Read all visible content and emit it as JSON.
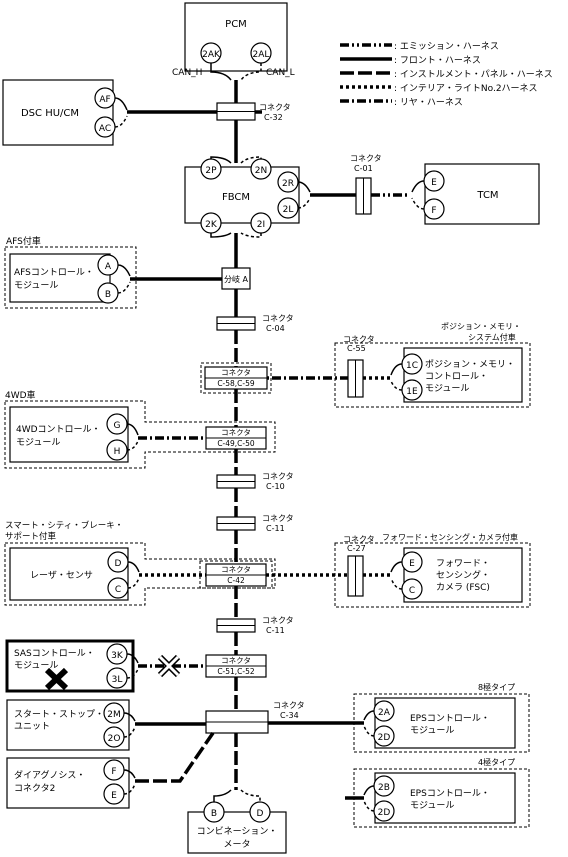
{
  "legend": {
    "emission": ": エミッション・ハーネス",
    "front": ": フロント・ハーネス",
    "instrument": ": インストルメント・パネル・ハーネス",
    "interior": ": インテリア・ライトNo.2ハーネス",
    "rear": ": リヤ・ハーネス"
  },
  "modules": {
    "pcm": "PCM",
    "dsc": "DSC HU/CM",
    "fbcm": "FBCM",
    "tcm": "TCM",
    "afs": [
      "AFSコントロール・",
      "モジュール"
    ],
    "position": [
      "ポジション・メモリ・",
      "コントロール・",
      "モジュール"
    ],
    "awd": [
      "4WDコントロール・",
      "モジュール"
    ],
    "laser": "レーザ・センサ",
    "fsc": [
      "フォワード・",
      "センシング・",
      "カメラ (FSC)"
    ],
    "sas": [
      "SASコントロール・",
      "モジュール"
    ],
    "startstop": [
      "スタート・ストップ・",
      "ユニット"
    ],
    "diag": [
      "ダイアグノシス・",
      "コネクタ2"
    ],
    "eps8": [
      "EPSコントロール・",
      "モジュール"
    ],
    "eps4": [
      "EPSコントロール・",
      "モジュール"
    ],
    "combi": [
      "コンビネーション・",
      "メータ"
    ]
  },
  "groups": {
    "afs": "AFS付車",
    "position": [
      "ポジション・メモリ・",
      "システム付車"
    ],
    "awd": "4WD車",
    "scbs": [
      "スマート・シティ・ブレーキ・",
      "サポート付車"
    ],
    "fsc": "フォワード・センシング・カメラ付車",
    "eps8": "8極タイプ",
    "eps4": "4極タイプ"
  },
  "pins": {
    "pcm": [
      "2AK",
      "2AL"
    ],
    "dsc": [
      "AF",
      "AC"
    ],
    "fbcm_top": [
      "2P",
      "2N"
    ],
    "fbcm_right": [
      "2R",
      "2L"
    ],
    "fbcm_bottom": [
      "2K",
      "2I"
    ],
    "tcm": [
      "E",
      "F"
    ],
    "afs": [
      "A",
      "B"
    ],
    "position": [
      "1C",
      "1E"
    ],
    "awd": [
      "G",
      "H"
    ],
    "laser": [
      "D",
      "C"
    ],
    "fsc": [
      "E",
      "C"
    ],
    "sas": [
      "3K",
      "3L"
    ],
    "startstop": [
      "2M",
      "2O"
    ],
    "diag": [
      "F",
      "E"
    ],
    "eps8": [
      "2A",
      "2D"
    ],
    "eps4": [
      "2B",
      "2D"
    ],
    "combi": [
      "B",
      "D"
    ]
  },
  "signals": {
    "can_h": "CAN_H",
    "can_l": "CAN_L"
  },
  "connectors": {
    "title": "コネクタ",
    "c32": "C-32",
    "c01": "C-01",
    "c04": "C-04",
    "c55": "C-55",
    "c5859": "C-58,C-59",
    "c4950": "C-49,C-50",
    "c10": "C-10",
    "c11a": "C-11",
    "c27": "C-27",
    "c42": "C-42",
    "c11b": "C-11",
    "c5152": "C-51,C-52",
    "c34": "C-34"
  },
  "junction": "分岐 A"
}
